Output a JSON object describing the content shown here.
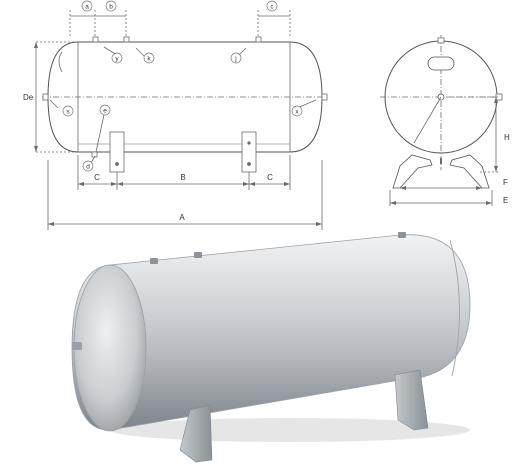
{
  "side_view": {
    "dim_a": "A",
    "dim_b": "B",
    "dim_c_left": "C",
    "dim_c_right": "C",
    "dim_de": "De",
    "callouts": {
      "a": "a",
      "b": "b",
      "c": "c",
      "d": "d",
      "e": "e",
      "y": "y",
      "k": "k",
      "j": "j",
      "s": "s",
      "x": "x"
    }
  },
  "end_view": {
    "dim_h": "H",
    "dim_f": "F",
    "dim_e": "E"
  },
  "colors": {
    "line": "#6b6b6b",
    "callout_circle": "#777777",
    "tank_light": "#e9eaec",
    "tank_mid": "#bcc0c4",
    "tank_dark": "#7f858b"
  }
}
